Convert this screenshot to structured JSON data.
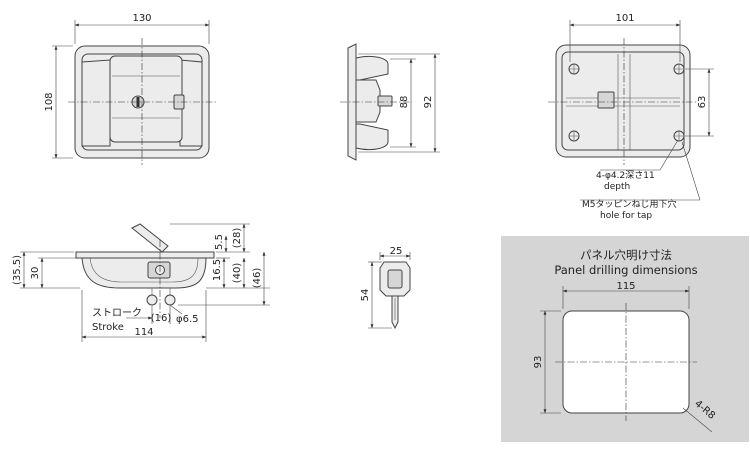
{
  "front_view": {
    "width": "130",
    "height": "108"
  },
  "side_view": {
    "inner_height": "88",
    "outer_height": "92"
  },
  "rear_view": {
    "width": "101",
    "hole_pitch": "63",
    "hole_note_line1": "4-φ4.2深さ11",
    "hole_note_line2": "depth",
    "tap_note_line1": "M5タッピンねじ用下穴",
    "tap_note_line2": "hole for tap"
  },
  "section_view": {
    "dim_355": "(35.5)",
    "dim_30": "30",
    "dim_55": "5.5",
    "dim_28": "(28)",
    "dim_165": "16.5",
    "dim_40": "(40)",
    "dim_46": "(46)",
    "stroke_ja": "ストローク",
    "stroke_en": "Stroke",
    "dim_16": "(16)",
    "dim_phi65": "φ6.5",
    "dim_114": "114"
  },
  "key_view": {
    "width": "25",
    "height": "54"
  },
  "panel_drilling": {
    "title_ja": "パネル穴明け寸法",
    "title_en": "Panel drilling dimensions",
    "width": "115",
    "height": "93",
    "radius": "4-R8",
    "background": "#d5d5d5"
  }
}
